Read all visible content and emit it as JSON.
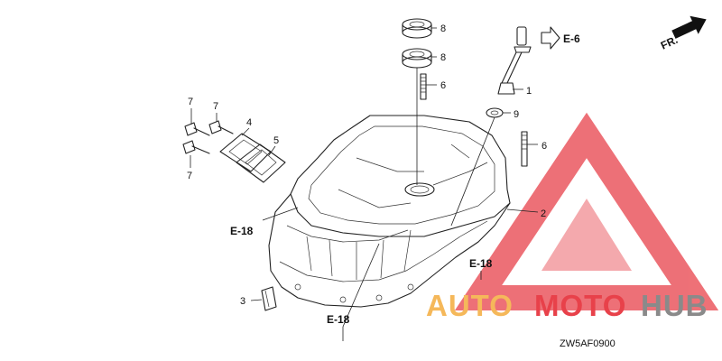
{
  "diagram": {
    "part_labels": [
      {
        "id": "l8a",
        "text": "8"
      },
      {
        "id": "l8b",
        "text": "8"
      },
      {
        "id": "l6a",
        "text": "6"
      },
      {
        "id": "l1",
        "text": "1"
      },
      {
        "id": "l9",
        "text": "9"
      },
      {
        "id": "l6b",
        "text": "6"
      },
      {
        "id": "l2",
        "text": "2"
      },
      {
        "id": "l7a",
        "text": "7"
      },
      {
        "id": "l7b",
        "text": "7"
      },
      {
        "id": "l7c",
        "text": "7"
      },
      {
        "id": "l4",
        "text": "4"
      },
      {
        "id": "l5",
        "text": "5"
      },
      {
        "id": "l3",
        "text": "3"
      }
    ],
    "references": {
      "e6": "E-6",
      "e18_left": "E-18",
      "e18_right": "E-18",
      "e18_bottom": "E-18"
    },
    "front_indicator": "FR.",
    "diagram_code": "ZW5AF0900"
  },
  "watermark": {
    "text_a": "AUTO",
    "text_b": "MOTO",
    "text_c": "HUB",
    "colors": {
      "orange": "#f5b85a",
      "red": "#e8414a",
      "grey": "#8a8a8a"
    }
  }
}
